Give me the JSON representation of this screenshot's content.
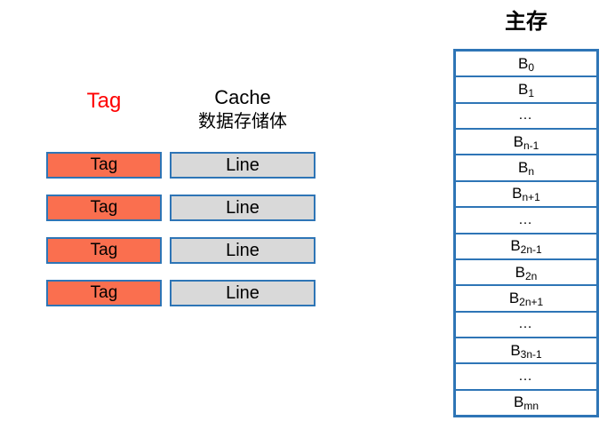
{
  "colors": {
    "tag_header_text": "#FF0000",
    "tag_fill": "#FA6F4F",
    "line_fill": "#D9D9D9",
    "border_blue": "#2E75B6",
    "text_black": "#000000",
    "background": "#FFFFFF"
  },
  "cache": {
    "tag_header": "Tag",
    "data_header_line1": "Cache",
    "data_header_line2": "数据存储体",
    "rows": [
      {
        "tag_label": "Tag",
        "line_label": "Line"
      },
      {
        "tag_label": "Tag",
        "line_label": "Line"
      },
      {
        "tag_label": "Tag",
        "line_label": "Line"
      },
      {
        "tag_label": "Tag",
        "line_label": "Line"
      }
    ]
  },
  "main_memory": {
    "title": "主存",
    "blocks": [
      {
        "base": "B",
        "sub": "0"
      },
      {
        "base": "B",
        "sub": "1"
      },
      {
        "base": "…",
        "sub": ""
      },
      {
        "base": "B",
        "sub": "n-1"
      },
      {
        "base": "B",
        "sub": "n"
      },
      {
        "base": "B",
        "sub": "n+1"
      },
      {
        "base": "…",
        "sub": ""
      },
      {
        "base": "B",
        "sub": "2n-1"
      },
      {
        "base": "B",
        "sub": "2n"
      },
      {
        "base": "B",
        "sub": "2n+1"
      },
      {
        "base": "…",
        "sub": ""
      },
      {
        "base": "B",
        "sub": "3n-1"
      },
      {
        "base": "…",
        "sub": ""
      },
      {
        "base": "B",
        "sub": "mn"
      }
    ]
  }
}
